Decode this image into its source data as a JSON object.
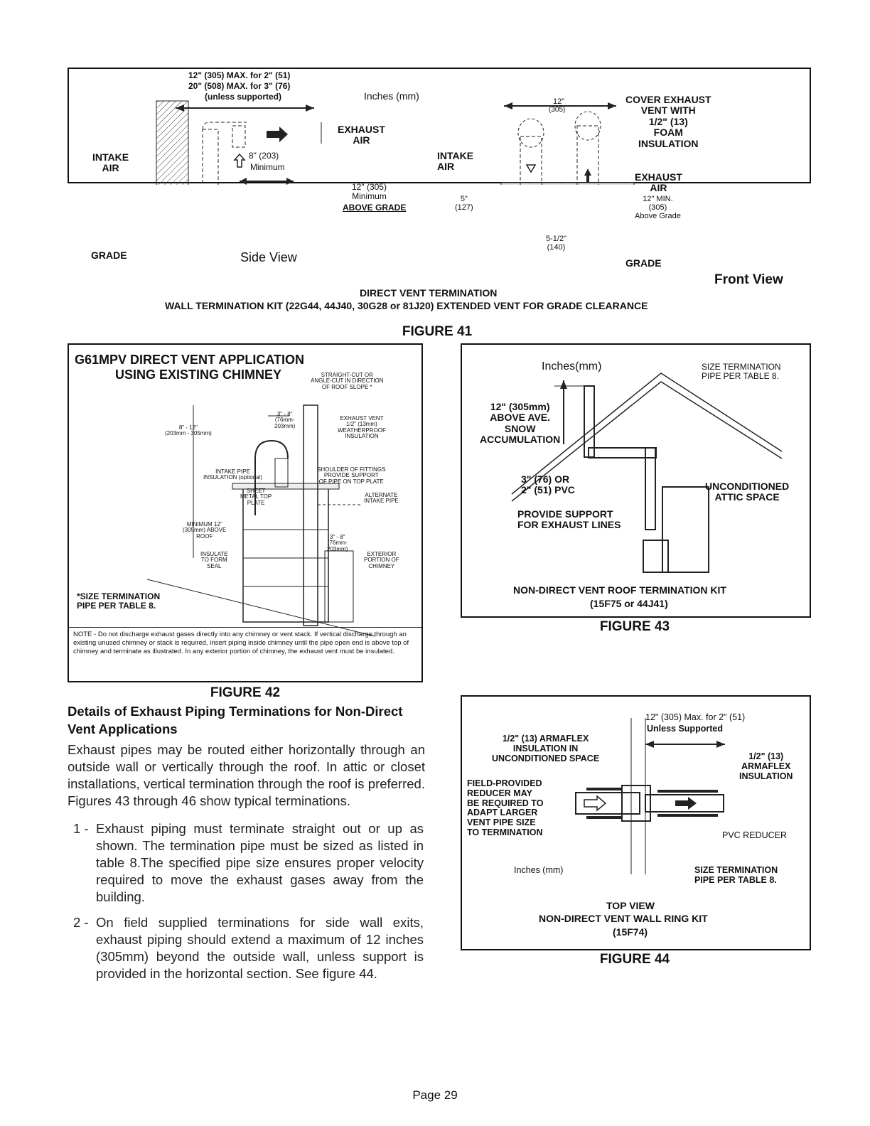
{
  "figure41": {
    "caption": "FIGURE 41",
    "max_line1": "12\" (305) MAX. for 2\" (51)",
    "max_line2": "20\" (508) MAX. for 3\" (76)",
    "max_line3": "(unless supported)",
    "inches_mm": "Inches (mm)",
    "exhaust_air": "EXHAUST\nAIR",
    "min_8": "8\" (203)",
    "minimum": "Minimum",
    "intake_air_left": "INTAKE\nAIR",
    "min_12": "12\" (305)\nMinimum",
    "above_grade": "ABOVE GRADE",
    "grade_left": "GRADE",
    "side_view": "Side View",
    "front_12": "12\"",
    "front_305": "(305)",
    "cover_exhaust": "COVER EXHAUST\nVENT WITH\n1/2\" (13)\nFOAM\nINSULATION",
    "intake_air_right": "INTAKE\nAIR",
    "exhaust_air_right": "EXHAUST\nAIR",
    "min_12_right": "12\" MIN.\n(305)\nAbove Grade",
    "five_in": "5\"\n(127)",
    "five_half": "5-1/2\"\n(140)",
    "grade_right": "GRADE",
    "front_view": "Front View",
    "title1": "DIRECT VENT TERMINATION",
    "title2": "WALL TERMINATION KIT (22G44, 44J40, 30G28 or 81J20) EXTENDED VENT FOR GRADE CLEARANCE"
  },
  "figure42": {
    "caption": "FIGURE 42",
    "title1": "G61MPV DIRECT VENT APPLICATION",
    "title2": "USING EXISTING CHIMNEY",
    "straight_cut": "STRAIGHT-CUT OR\nANGLE-CUT IN DIRECTION\nOF ROOF SLOPE *",
    "dim_top": "3\" - 8\"\n(76mm-\n203mm)",
    "dim_left": "8\" - 12\"\n(203mm - 305mm)",
    "exhaust_vent": "EXHAUST VENT\n1/2\" (13mm)\nWEATHERPROOF\nINSULATION",
    "intake_pipe_ins": "INTAKE PIPE\nINSULATION (optional)",
    "shoulder": "SHOULDER OF FITTINGS\nPROVIDE SUPPORT\nOF PIPE ON TOP PLATE",
    "sheet_metal": "SHEET\nMETAL TOP\nPLATE",
    "alternate": "ALTERNATE\nINTAKE PIPE",
    "minimum_12": "MINIMUM 12\"\n(305mm) ABOVE\nROOF",
    "dim_mid": "3\" - 8\"\n(76mm-\n203mm)",
    "insulate": "INSULATE\nTO FORM\nSEAL",
    "exterior": "EXTERIOR\nPORTION OF\nCHIMNEY",
    "size_term": "*SIZE TERMINATION\nPIPE PER TABLE 8.",
    "note": "NOTE - Do not discharge exhaust gases directly into any chimney or vent stack. If vertical discharge through an existing unused chimney or stack is required, insert piping inside chimney until the pipe open end is above top of chimney and terminate as illustrated. In any exterior portion of chimney, the exhaust vent must be insulated."
  },
  "figure43": {
    "caption": "FIGURE 43",
    "inches_mm": "Inches(mm)",
    "size_term": "SIZE TERMINATION\nPIPE PER TABLE 8.",
    "above_ave": "12\" (305mm)\nABOVE AVE.\nSNOW\nACCUMULATION",
    "pvc": "3\" (76) OR\n2\" (51) PVC",
    "unconditioned": "UNCONDITIONED\nATTIC SPACE",
    "provide_support": "PROVIDE SUPPORT\nFOR EXHAUST LINES",
    "title1": "NON-DIRECT VENT ROOF TERMINATION KIT",
    "title2": "(15F75 or 44J41)"
  },
  "figure44": {
    "caption": "FIGURE 44",
    "max_line1": "12\" (305) Max. for 2\" (51)",
    "max_line2": "Unless Supported",
    "armaflex_left": "1/2\" (13) ARMAFLEX\nINSULATION IN\nUNCONDITIONED SPACE",
    "armaflex_right": "1/2\" (13)\nARMAFLEX\nINSULATION",
    "field_provided": "FIELD-PROVIDED\nREDUCER MAY\nBE REQUIRED TO\nADAPT LARGER\nVENT PIPE SIZE\nTO TERMINATION",
    "pvc_reducer": "PVC REDUCER",
    "inches_mm": "Inches (mm)",
    "size_term": "SIZE TERMINATION\nPIPE PER TABLE 8.",
    "title1": "TOP VIEW",
    "title2": "NON-DIRECT VENT WALL RING KIT",
    "title3": "(15F74)"
  },
  "section": {
    "heading": "Details of Exhaust Piping Terminations for Non-Direct Vent Applications",
    "intro": "Exhaust pipes may be routed either horizontally through an outside wall or vertically through the roof. In attic or closet installations, vertical termination through the roof is preferred. Figures 43 through 46 show typical terminations.",
    "items": [
      {
        "num": "1 -",
        "text": "Exhaust piping must terminate straight out or up as shown. The termination pipe must be sized as listed in table 8.The specified pipe size ensures proper velocity required to move the exhaust gases away from the building."
      },
      {
        "num": "2 -",
        "text": "On field supplied terminations for side wall exits, exhaust piping should extend a maximum of 12 inches (305mm) beyond the outside wall, unless support is provided in the horizontal section. See figure 44."
      }
    ]
  },
  "page": {
    "number": "Page 29"
  }
}
